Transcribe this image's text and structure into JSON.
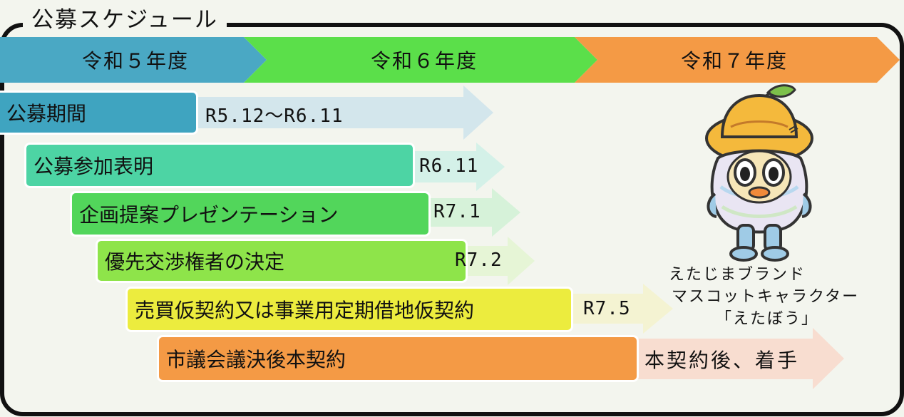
{
  "title": "公募スケジュール",
  "years": [
    {
      "label": "令和５年度",
      "color": "#4aa8c4"
    },
    {
      "label": "令和６年度",
      "color": "#5bdf4a"
    },
    {
      "label": "令和７年度",
      "color": "#f49a45"
    }
  ],
  "steps": [
    {
      "label": "公募期間",
      "date": "R5.12〜R6.11",
      "color": "#3fa4c0",
      "arrow_color": "#d3e6ec"
    },
    {
      "label": "公募参加表明",
      "date": "R6.11",
      "color": "#4dd4a4",
      "arrow_color": "#d4f1e8"
    },
    {
      "label": "企画提案プレゼンテーション",
      "date": "R7.1",
      "color": "#52d65b",
      "arrow_color": "#d6f2d9"
    },
    {
      "label": "優先交渉権者の決定",
      "date": "R7.2",
      "color": "#8ee44a",
      "arrow_color": "#e6f5d6"
    },
    {
      "label": "売買仮契約又は事業用定期借地仮契約",
      "date": "R7.5",
      "color": "#ecec3e",
      "arrow_color": "#f4f3d2"
    },
    {
      "label": "市議会議決後本契約",
      "date": "本契約後、着手",
      "color": "#f49a45",
      "arrow_color": "#f8ddd0"
    }
  ],
  "mascot": {
    "icon": "mascot-character-icon",
    "caption_lines": [
      "えたじまブランド",
      "マスコットキャラクター",
      "「えたぼう」"
    ]
  }
}
